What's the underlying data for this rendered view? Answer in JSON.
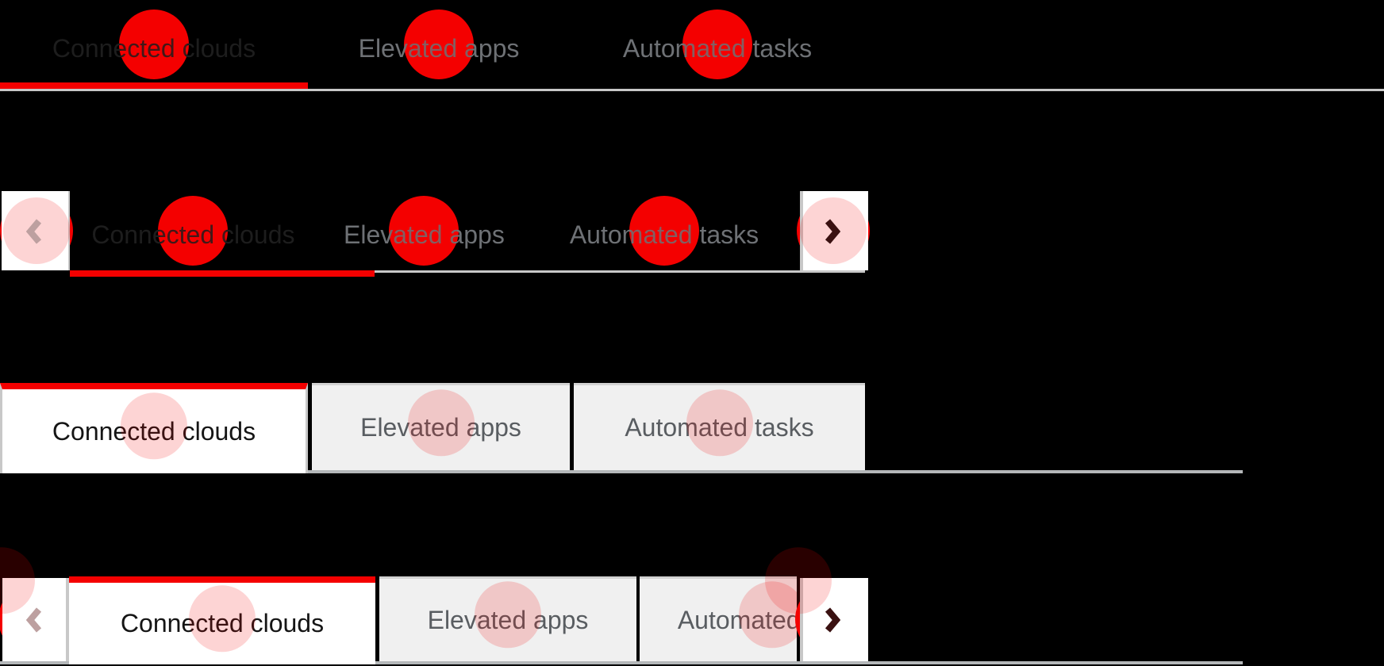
{
  "theme": {
    "accent_red": "#f40000",
    "red_dot_color": "#f40000",
    "pink_overlay_color": "rgba(244,0,0,0.17)",
    "strip_border": "#c8c8c8",
    "box_strip_border": "#b4b7b9",
    "box_tab_bg": "#f0f0f0",
    "box_tab_border": "#d2d2d2",
    "active_text_dark": "#1d1d1d",
    "inactive_text_dark": "#6e7175",
    "active_text_box": "#151515",
    "inactive_text_box": "#595d61",
    "chevron_enabled": "#3a1111",
    "chevron_disabled": "#bda0a0"
  },
  "annotations": {
    "red_dot": "touch-target-center",
    "pink_circle": "touch-target-area"
  },
  "rows": [
    {
      "variant": "underline-tabs",
      "tabs": [
        {
          "label": "Connected clouds",
          "active": true
        },
        {
          "label": "Elevated apps",
          "active": false
        },
        {
          "label": "Automated tasks",
          "active": false
        }
      ]
    },
    {
      "variant": "underline-tabs-scrollable",
      "left_arrow": {
        "icon": "angle-left",
        "disabled": true
      },
      "right_arrow": {
        "icon": "angle-right",
        "disabled": false
      },
      "tabs": [
        {
          "label": "Connected clouds",
          "active": true
        },
        {
          "label": "Elevated apps",
          "active": false
        },
        {
          "label": "Automated tasks",
          "active": false,
          "clipped": true
        }
      ]
    },
    {
      "variant": "box-tabs",
      "tabs": [
        {
          "label": "Connected clouds",
          "active": true
        },
        {
          "label": "Elevated apps",
          "active": false
        },
        {
          "label": "Automated tasks",
          "active": false
        }
      ]
    },
    {
      "variant": "box-tabs-scrollable",
      "left_arrow": {
        "icon": "angle-left",
        "disabled": true
      },
      "right_arrow": {
        "icon": "angle-right",
        "disabled": false
      },
      "tabs": [
        {
          "label": "Connected clouds",
          "active": true
        },
        {
          "label": "Elevated apps",
          "active": false
        },
        {
          "label": "Automated tasks",
          "active": false,
          "clipped": true
        }
      ]
    }
  ]
}
